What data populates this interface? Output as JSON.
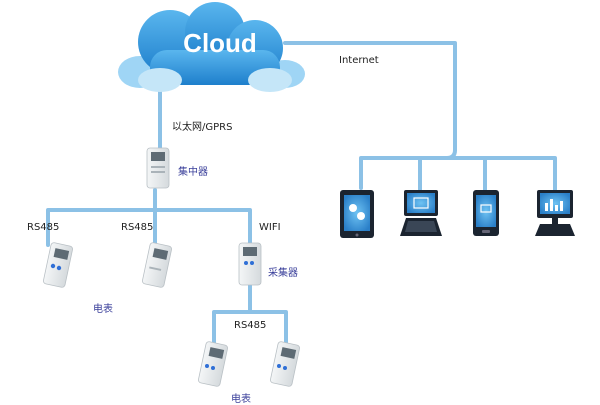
{
  "cloud": {
    "label": "Cloud"
  },
  "links": {
    "internet": "Internet",
    "uplink": "以太网/GPRS",
    "rs485_left": "RS485",
    "rs485_mid": "RS485",
    "wifi": "WIFI",
    "rs485_sub": "RS485"
  },
  "devices": {
    "concentrator": "集中器",
    "collector": "采集器",
    "meter_group_top": "电表",
    "meter_group_bottom": "电表"
  },
  "colors": {
    "link": "#8cc1e6",
    "cloud": "#2f97de",
    "cloud_light": "#9fd5f5",
    "device_dark": "#1b2430",
    "label_blue": "#3a3f9a"
  },
  "icons": [
    "cloud-icon",
    "tablet-icon",
    "laptop-icon",
    "phone-icon",
    "monitor-icon",
    "concentrator-icon",
    "collector-icon",
    "meter-icon"
  ]
}
